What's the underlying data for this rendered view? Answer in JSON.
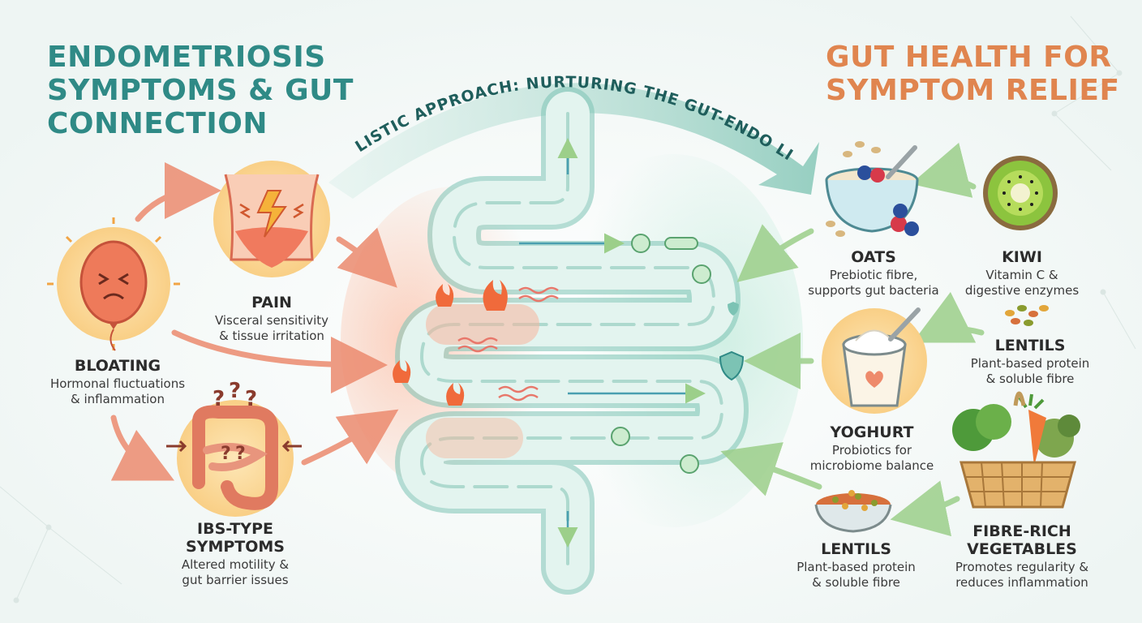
{
  "colors": {
    "left_title": "#2f8a86",
    "right_title": "#e0854f",
    "banner": "#a9d6cc",
    "banner_text": "#1f5e5c",
    "gut_fill": "#d8efe9",
    "gut_stroke": "#7cc3b4",
    "inflammation": "#f4a58c",
    "arrow_left": "#ec8b6f",
    "arrow_right": "#9ccf8a",
    "symptom_circle": "#fbdca0"
  },
  "left_title": [
    "ENDOMETRIOSIS",
    "SYMPTOMS & GUT",
    "CONNECTION"
  ],
  "right_title": [
    "GUT HEALTH FOR",
    "SYMPTOM RELIEF"
  ],
  "banner": {
    "text": "HOLISTIC APPROACH: NURTURING THE GUT-ENDO LINK"
  },
  "symptoms": [
    {
      "id": "pain",
      "icon": "pain-icon",
      "name": [
        "PAIN"
      ],
      "desc": [
        "Visceral sensitivity",
        "& tissue irritation"
      ]
    },
    {
      "id": "bloating",
      "icon": "balloon-icon",
      "name": [
        "BLOATING"
      ],
      "desc": [
        "Hormonal fluctuations",
        "& inflammation"
      ]
    },
    {
      "id": "ibs",
      "icon": "intestine-icon",
      "name": [
        "IBS-TYPE",
        "SYMPTOMS"
      ],
      "desc": [
        "Altered motility &",
        "gut barrier issues"
      ]
    }
  ],
  "foods": [
    {
      "id": "oats",
      "icon": "oats-bowl-icon",
      "name": [
        "OATS"
      ],
      "desc": [
        "Prebiotic fibre,",
        "supports gut bacteria"
      ]
    },
    {
      "id": "kiwi",
      "icon": "kiwi-icon",
      "name": [
        "KIWI"
      ],
      "desc": [
        "Vitamin C &",
        "digestive enzymes"
      ]
    },
    {
      "id": "lentils-top",
      "icon": "lentils-icon",
      "name": [
        "LENTILS"
      ],
      "desc": [
        "Plant-based protein",
        "& soluble fibre"
      ]
    },
    {
      "id": "yoghurt",
      "icon": "yoghurt-icon",
      "name": [
        "YOGHURT"
      ],
      "desc": [
        "Probiotics for",
        "microbiome balance"
      ]
    },
    {
      "id": "lentils-bottom",
      "icon": "lentil-bowl-icon",
      "name": [
        "LENTILS"
      ],
      "desc": [
        "Plant-based protein",
        "& soluble fibre"
      ]
    },
    {
      "id": "vegetables",
      "icon": "vegetable-basket-icon",
      "name": [
        "FIBRE-RICH",
        "VEGETABLES"
      ],
      "desc": [
        "Promotes regularity &",
        "reduces inflammation"
      ]
    }
  ],
  "question_mark": "?"
}
